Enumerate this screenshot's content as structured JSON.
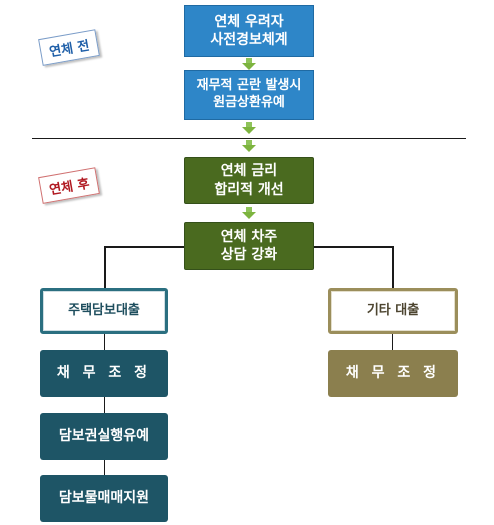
{
  "tags": {
    "before": "연체 전",
    "after": "연체 후"
  },
  "boxes": {
    "b1": [
      "연체 우려자",
      "사전경보체계"
    ],
    "b2": [
      "재무적 곤란 발생시",
      "원금상환유예"
    ],
    "g1": [
      "연체 금리",
      "합리적 개선"
    ],
    "g2": [
      "연체 차주",
      "상담 강화"
    ],
    "housing_loan": "주택담보대출",
    "other_loan": "기타 대출",
    "debt_adjust_left": "채 무 조 정",
    "debt_adjust_right": "채 무 조 정",
    "collateral_defer": "담보권실행유예",
    "collateral_sale": "담보물매매지원"
  },
  "colors": {
    "blue": "#2e86c8",
    "green": "#4a6a1f",
    "teal": "#1e5566",
    "olive": "#8b7f4e",
    "arrow": "#7db43f",
    "tag_blue": "#1f5fa8",
    "tag_red": "#b01820"
  }
}
